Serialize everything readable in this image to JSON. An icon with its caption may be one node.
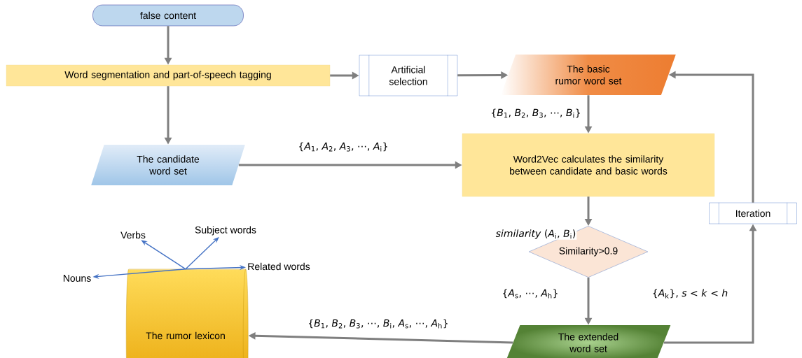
{
  "diagram": {
    "nodes": [
      {
        "text": [
          "false content"
        ]
      },
      {
        "text": [
          "Word segmentation and part-of-speech tagging"
        ]
      },
      {
        "text": [
          "Artificial selection"
        ]
      },
      {
        "text": [
          "The basic rumor word set"
        ]
      },
      {
        "text": [
          "The candidate word set"
        ]
      },
      {
        "text": [
          "Word2Vec calculates the similarity between candidate and basic words"
        ]
      },
      {
        "text": [
          "Iteration"
        ]
      },
      {
        "text": [
          "Similarity>0.9"
        ]
      },
      {
        "text": [
          "The extended word set"
        ]
      },
      {
        "text": [
          "The rumor lexicon"
        ]
      },
      {
        "text": [
          "Nouns"
        ]
      },
      {
        "text": [
          "Verbs"
        ]
      },
      {
        "text": [
          "Subject words"
        ]
      },
      {
        "text": [
          "Related words"
        ]
      }
    ],
    "edges": [
      {
        "from": 0,
        "to": 1,
        "arrow": "to"
      },
      {
        "from": 1,
        "to": 2,
        "arrow": "to"
      },
      {
        "from": 2,
        "to": 3,
        "arrow": "to"
      },
      {
        "from": 1,
        "to": 4,
        "arrow": "to"
      },
      {
        "from": 3,
        "to": 5,
        "arrow": "to",
        "label": "{*B*$_{1}$, *B*$_{2}$, *B*$_{3}$, ⋯, *B*$_{i}$}"
      },
      {
        "from": 4,
        "to": 5,
        "arrow": "to",
        "label": "{*A*$_{1}$, *A*$_{2}$, *A*$_{3}$, ⋯, *A*$_{i}$}"
      },
      {
        "from": 5,
        "to": 7,
        "arrow": "to",
        "label": "*similarity* (*A*$_{i}$, *B*$_{i}$)"
      },
      {
        "from": 7,
        "to": 8,
        "arrow": "to",
        "label": "{*A*$_{s}$, ⋯, *A*$_{h}$}"
      },
      {
        "from": 8,
        "to": 9,
        "arrow": "to",
        "label": "{*B*$_{1}$, *B*$_{2}$, *B*$_{3}$, ⋯, *B*$_{i}$, *A*$_{s}$, ⋯, *A*$_{h}$}"
      },
      {
        "from": 8,
        "to": 6,
        "arrow": "to",
        "label": "{*A*$_{k}$}, *s* < *k* < *h*"
      },
      {
        "from": 6,
        "to": 3,
        "arrow": "to"
      },
      {
        "from": 9,
        "to": 10,
        "arrow": "to",
        "color": "#4472c4"
      },
      {
        "from": 9,
        "to": 11,
        "arrow": "to",
        "color": "#4472c4"
      },
      {
        "from": 9,
        "to": 12,
        "arrow": "to",
        "color": "#4472c4"
      },
      {
        "from": 9,
        "to": 13,
        "arrow": "to",
        "color": "#4472c4"
      }
    ]
  }
}
